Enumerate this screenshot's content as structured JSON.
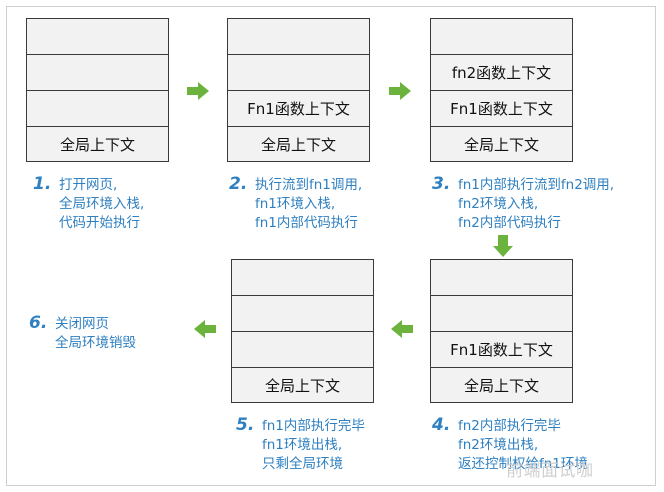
{
  "stacks": [
    {
      "cells": [
        "",
        "",
        "",
        "全局上下文"
      ]
    },
    {
      "cells": [
        "",
        "",
        "Fn1函数上下文",
        "全局上下文"
      ]
    },
    {
      "cells": [
        "",
        "fn2函数上下文",
        "Fn1函数上下文",
        "全局上下文"
      ]
    },
    {
      "cells": [
        "",
        "",
        "Fn1函数上下文",
        "全局上下文"
      ]
    },
    {
      "cells": [
        "",
        "",
        "",
        "全局上下文"
      ]
    }
  ],
  "steps": [
    {
      "num": "1.",
      "lines": [
        "打开网页,",
        "全局环境入栈,",
        "代码开始执行"
      ]
    },
    {
      "num": "2.",
      "lines": [
        "执行流到fn1调用,",
        "fn1环境入栈,",
        "fn1内部代码执行"
      ]
    },
    {
      "num": "3.",
      "lines": [
        "fn1内部执行流到fn2调用,",
        "fn2环境入栈,",
        "fn2内部代码执行"
      ]
    },
    {
      "num": "4.",
      "lines": [
        "fn2内部执行完毕",
        "fn2环境出栈,",
        "返还控制权给fn1环境"
      ]
    },
    {
      "num": "5.",
      "lines": [
        "fn1内部执行完毕",
        "fn1环境出栈,",
        "只剩全局环境"
      ]
    },
    {
      "num": "6.",
      "lines": [
        "关闭网页",
        "全局环境销毁"
      ]
    }
  ],
  "watermark": "前端面试咖",
  "colors": {
    "arrow": "#6cb33e",
    "caption": "#2f80c1",
    "cell_bg": "#f2f2f2",
    "border": "#3a3a3a"
  },
  "icons": [
    "arrow-right-icon",
    "arrow-down-icon",
    "arrow-left-icon"
  ]
}
